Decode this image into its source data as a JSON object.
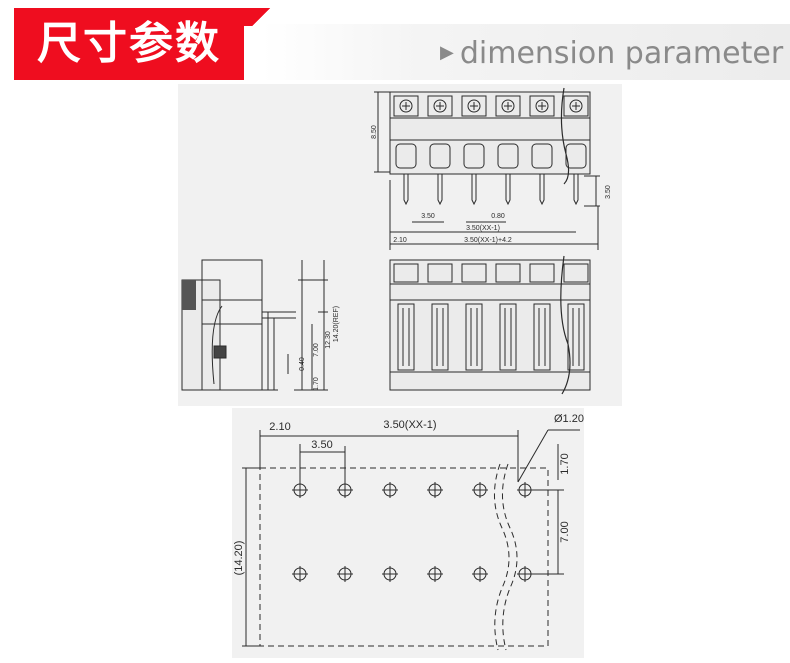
{
  "header": {
    "title_cn": "尺寸参数",
    "subtitle_arrow": "▶",
    "subtitle": "dimension parameter"
  },
  "front_view": {
    "height": "8.50",
    "pin_len": "3.50",
    "pitch": "3.50",
    "pin_width": "0.80",
    "span": "3.50(XX-1)",
    "offset": "2.10",
    "total": "3.50(XX-1)+4.2"
  },
  "side_view": {
    "height_ref": "14.20(REF)",
    "pin_height": "12.30",
    "body": "7.00",
    "pin_thk": "0.40",
    "base": "1.70"
  },
  "pcb_layout": {
    "offset": "2.10",
    "span": "3.50(XX-1)",
    "pitch": "3.50",
    "hole": "Ø1.20",
    "top_off": "1.70",
    "row_gap": "7.00",
    "outline": "(14.20)"
  },
  "colors": {
    "accent": "#ef0d1f",
    "drawing": "#2b2b2b",
    "panel": "#f1f1f1"
  }
}
